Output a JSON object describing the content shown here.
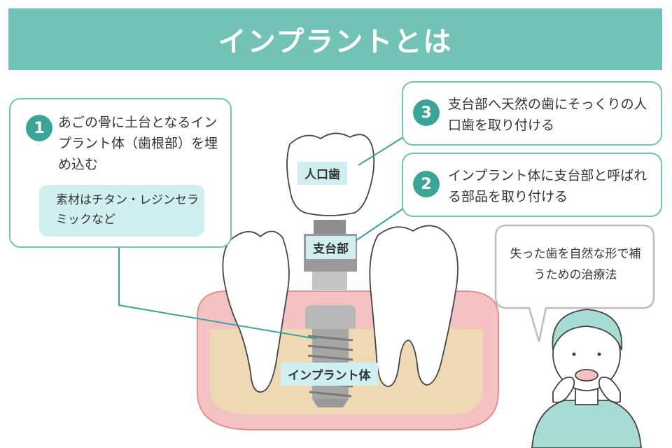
{
  "banner": {
    "title": "インプラントとは"
  },
  "steps": [
    {
      "number": "1",
      "text": "あごの骨に土台となるインプラント体（歯根部）を埋め込む"
    },
    {
      "number": "2",
      "text": "インプラント体に支台部と呼ばれる部品を取り付ける"
    },
    {
      "number": "3",
      "text": "支台部へ天然の歯にそっくりの人口歯を取り付ける"
    }
  ],
  "material_note": "素材はチタン・レジンセラミックなど",
  "part_labels": {
    "crown": "人口歯",
    "abutment": "支台部",
    "implant": "インプラント体"
  },
  "speech_bubble": "失った歯を自然な形で補うための治療法",
  "colors": {
    "accent": "#73c2b6",
    "badge": "#3aa597",
    "label_bg": "#cfeff0",
    "gum": "#f5c2c3",
    "bone": "#efd9b4"
  }
}
